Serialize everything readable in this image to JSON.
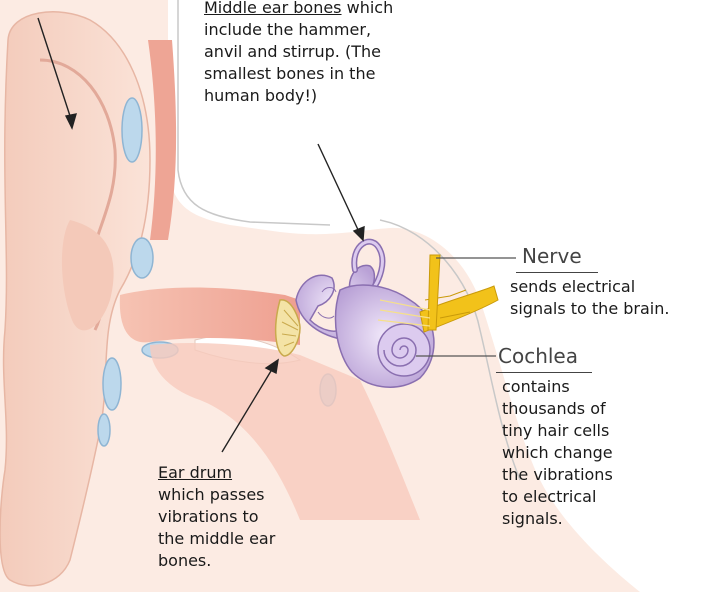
{
  "labels": {
    "middle_ear": {
      "title": "Middle ear bones",
      "line1_rest": "which",
      "line2": "include the hammer,",
      "line3": "anvil and stirrup. (The",
      "line4": "smallest bones in the",
      "line5": "human body!)"
    },
    "nerve": {
      "title": "Nerve",
      "line1": "sends electrical",
      "line2": "signals to the brain."
    },
    "cochlea": {
      "title": "Cochlea",
      "line1": "contains",
      "line2": "thousands of",
      "line3": "tiny hair cells",
      "line4": "which change",
      "line5": "the vibrations",
      "line6": "to electrical",
      "line7": "signals."
    },
    "ear_drum": {
      "title": "Ear drum",
      "line1": "which passes",
      "line2": "vibrations to",
      "line3": "the middle ear",
      "line4": "bones."
    }
  },
  "colors": {
    "skin": "#f6d6c8",
    "skin_dark": "#e8a595",
    "canal": "#f3b8a8",
    "fluid": "#bcd8ec",
    "bones": "#c9b5e0",
    "nerve": "#f2c21a",
    "eardrum": "#f4e3a6"
  }
}
